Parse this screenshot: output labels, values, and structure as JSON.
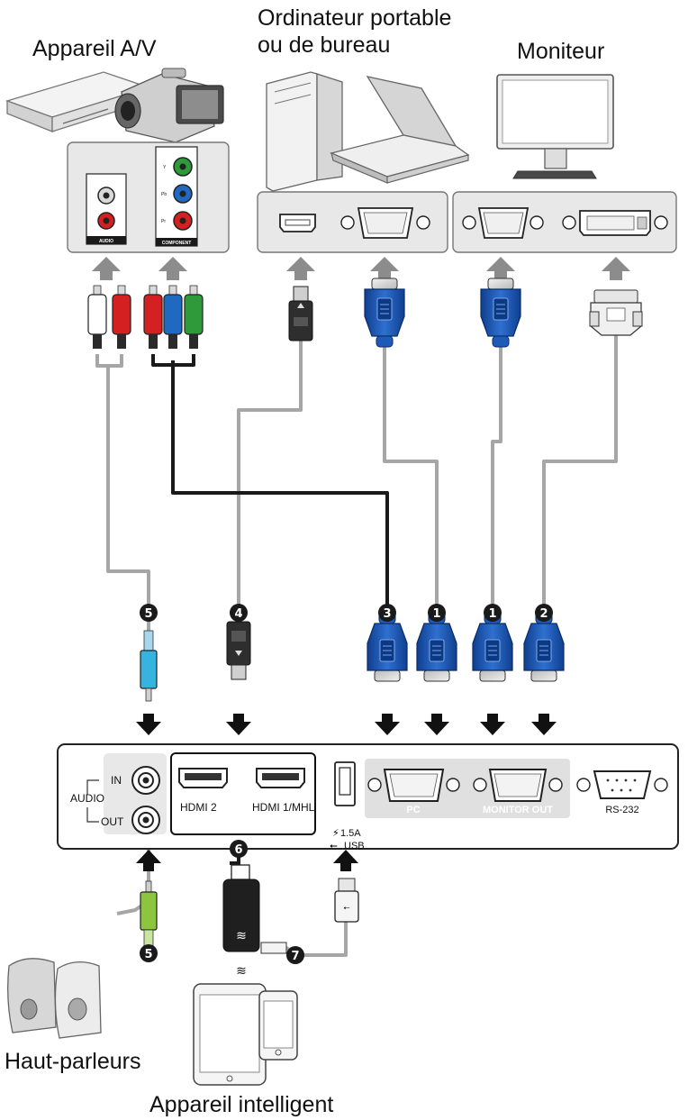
{
  "devices": {
    "av": "Appareil A/V",
    "computer_line1": "Ordinateur portable",
    "computer_line2": "ou de bureau",
    "monitor": "Moniteur",
    "speakers": "Haut-parleurs",
    "smart": "Appareil intelligent"
  },
  "av_panel": {
    "audio": "AUDIO",
    "component": "COMPONENT",
    "y": "Y",
    "pb": "Pb",
    "pr": "Pr"
  },
  "projector": {
    "audio": "AUDIO",
    "in": "IN",
    "out": "OUT",
    "hdmi2": "HDMI 2",
    "hdmi1": "HDMI 1/MHL",
    "usb_power": "1.5A",
    "usb": "USB",
    "pc": "PC",
    "monitor_out": "MONITOR OUT",
    "rs232": "RS-232"
  },
  "badges": {
    "audio_in": "5",
    "hdmi": "4",
    "component": "3",
    "vga_pc": "1",
    "vga_monitor": "1",
    "dvi": "2",
    "mhl_dongle": "6",
    "usb_cable": "7",
    "audio_out": "5"
  },
  "colors": {
    "panel": "#e8e8e8",
    "arrow": "#8c8c8c",
    "cable": "#a6a6a6",
    "vga_blue": "#1e5bb8",
    "badge": "#1a1a1a",
    "rca_red": "#d42020",
    "rca_green": "#2e9a3a",
    "rca_blue": "#1f6ac0"
  }
}
